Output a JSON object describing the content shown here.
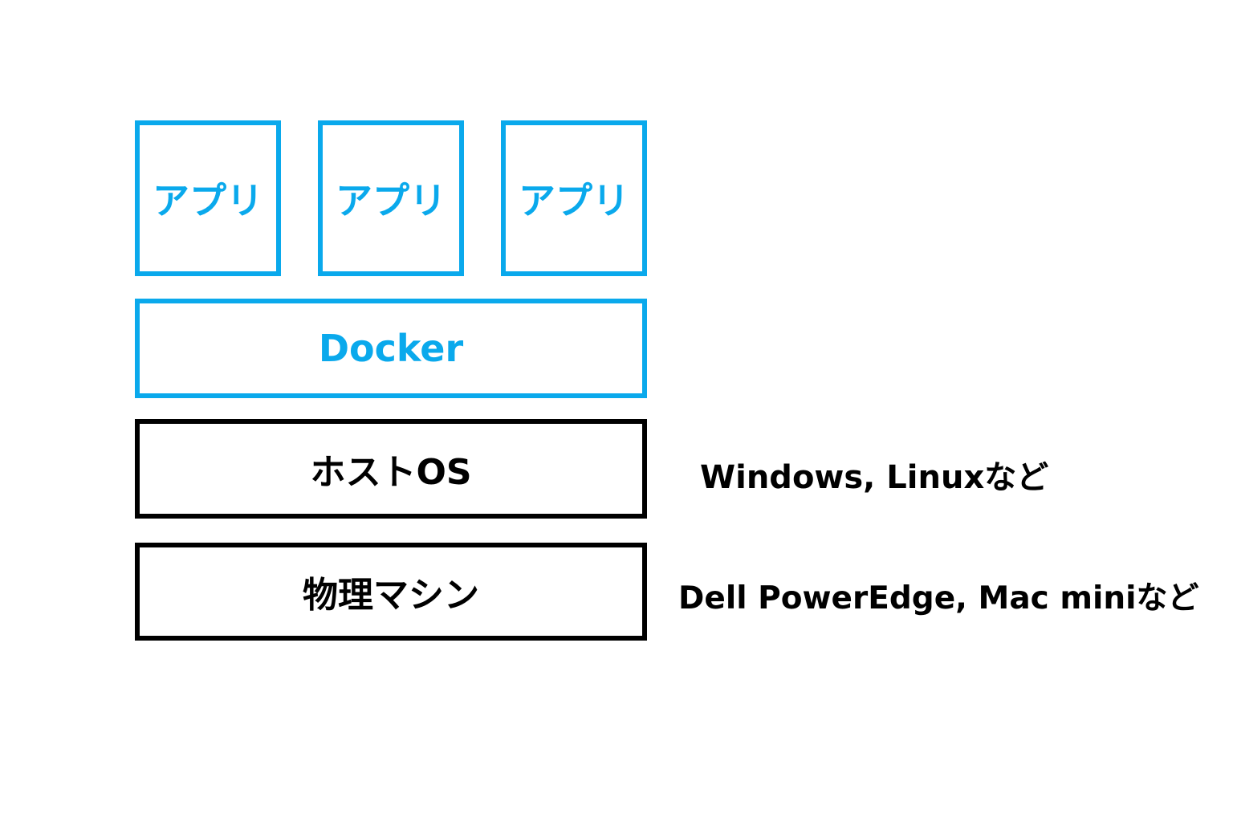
{
  "apps": [
    {
      "label": "アプリ"
    },
    {
      "label": "アプリ"
    },
    {
      "label": "アプリ"
    }
  ],
  "docker": {
    "label": "Docker"
  },
  "host_os": {
    "label": "ホストOS",
    "examples": "Windows, Linuxなど"
  },
  "physical_machine": {
    "label": "物理マシン",
    "examples": "Dell PowerEdge, Mac miniなど"
  },
  "colors": {
    "container_layer": "#0aa9ec",
    "base_layer": "#000000",
    "background": "#ffffff"
  }
}
